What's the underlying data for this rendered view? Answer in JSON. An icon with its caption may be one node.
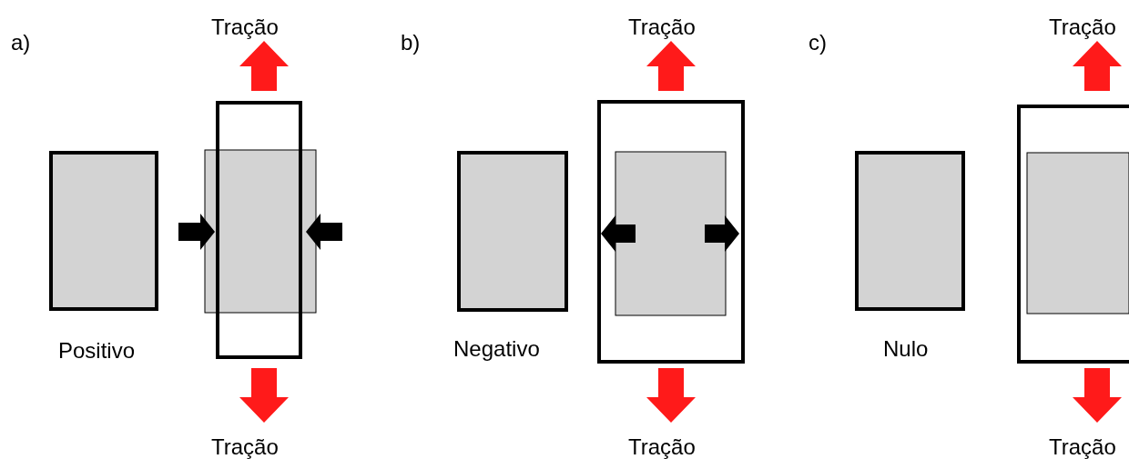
{
  "diagram": {
    "labels": [
      "a)",
      "Tração",
      "Positivo",
      "Tração",
      "b)",
      "Tração",
      "Negativo",
      "Tração",
      "c)",
      "Tração",
      "Nulo",
      "Tração"
    ]
  }
}
